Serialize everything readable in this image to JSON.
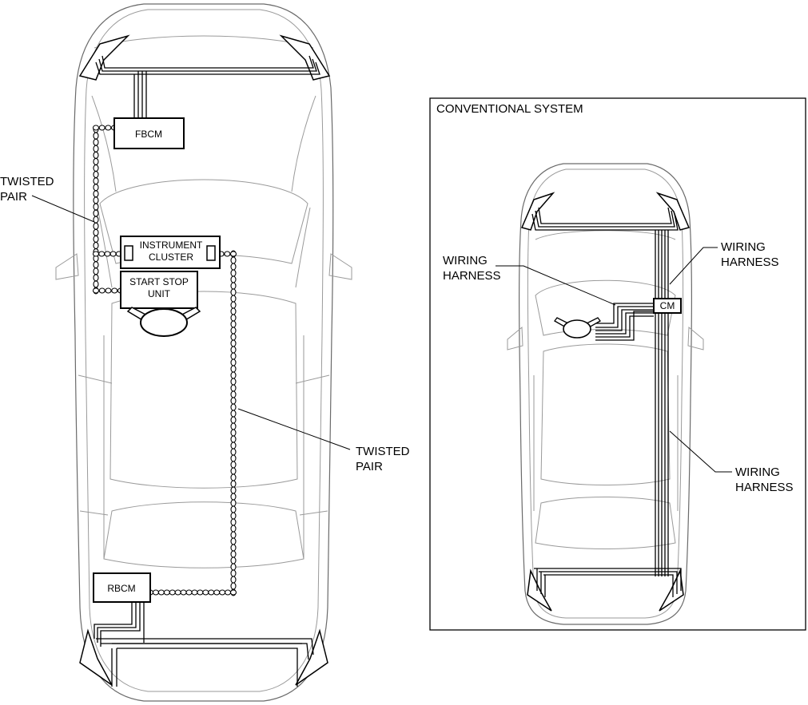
{
  "left_diagram": {
    "modules": {
      "fbcm": "FBCM",
      "instrument_cluster": [
        "INSTRUMENT",
        "CLUSTER"
      ],
      "start_stop_unit": [
        "START STOP",
        "UNIT"
      ],
      "rbcm": "RBCM"
    },
    "callouts": {
      "twisted_pair_upper": [
        "TWISTED",
        "PAIR"
      ],
      "twisted_pair_lower": [
        "TWISTED",
        "PAIR"
      ]
    }
  },
  "right_diagram": {
    "title": "CONVENTIONAL SYSTEM",
    "modules": {
      "cm": "CM"
    },
    "callouts": {
      "wiring_harness_left": [
        "WIRING",
        "HARNESS"
      ],
      "wiring_harness_top_right": [
        "WIRING",
        "HARNESS"
      ],
      "wiring_harness_bottom_right": [
        "WIRING",
        "HARNESS"
      ]
    }
  }
}
